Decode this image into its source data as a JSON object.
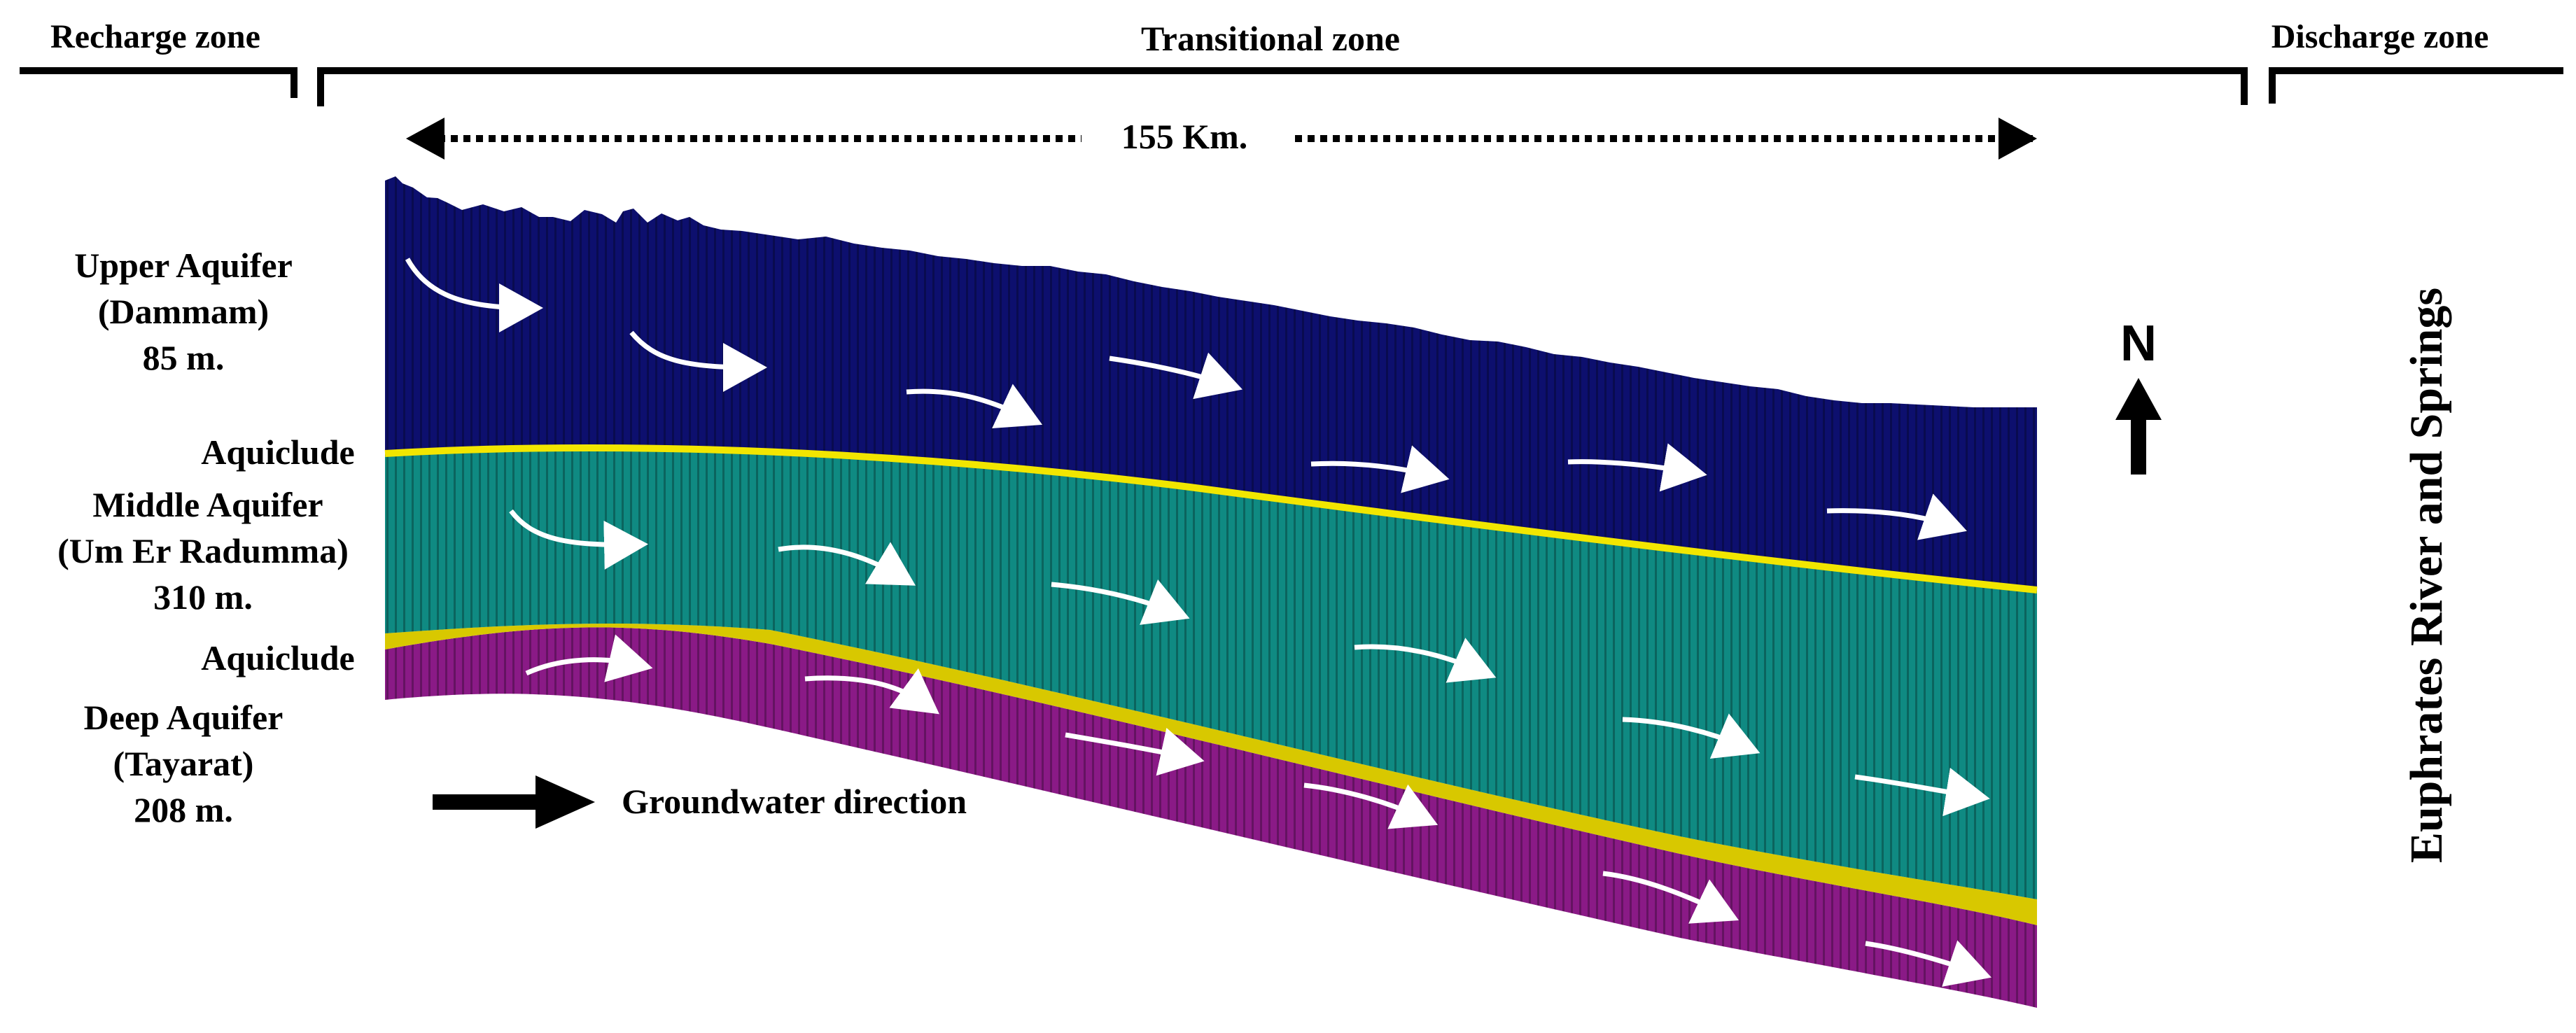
{
  "zones": {
    "recharge": "Recharge zone",
    "transitional": "Transitional zone",
    "discharge": "Discharge zone"
  },
  "distance_label": "155 Km.",
  "layers": {
    "upper": {
      "name": "Upper Aquifer",
      "formation": "(Dammam)",
      "thickness": "85 m.",
      "color": "#0d0f6e"
    },
    "aquiclude_top": {
      "name": "Aquiclude",
      "color": "#f2e600"
    },
    "middle": {
      "name": "Middle Aquifer",
      "formation": "(Um Er Radumma)",
      "thickness": "310 m.",
      "color": "#0f8a82"
    },
    "aquiclude_bottom": {
      "name": "Aquiclude",
      "color": "#d8c800"
    },
    "deep": {
      "name": "Deep Aquifer",
      "formation": "(Tayarat)",
      "thickness": "208 m.",
      "color": "#8a1a86"
    }
  },
  "legend": {
    "label": "Groundwater direction"
  },
  "north_label": "N",
  "discharge_label": "Euphrates River and Springs"
}
